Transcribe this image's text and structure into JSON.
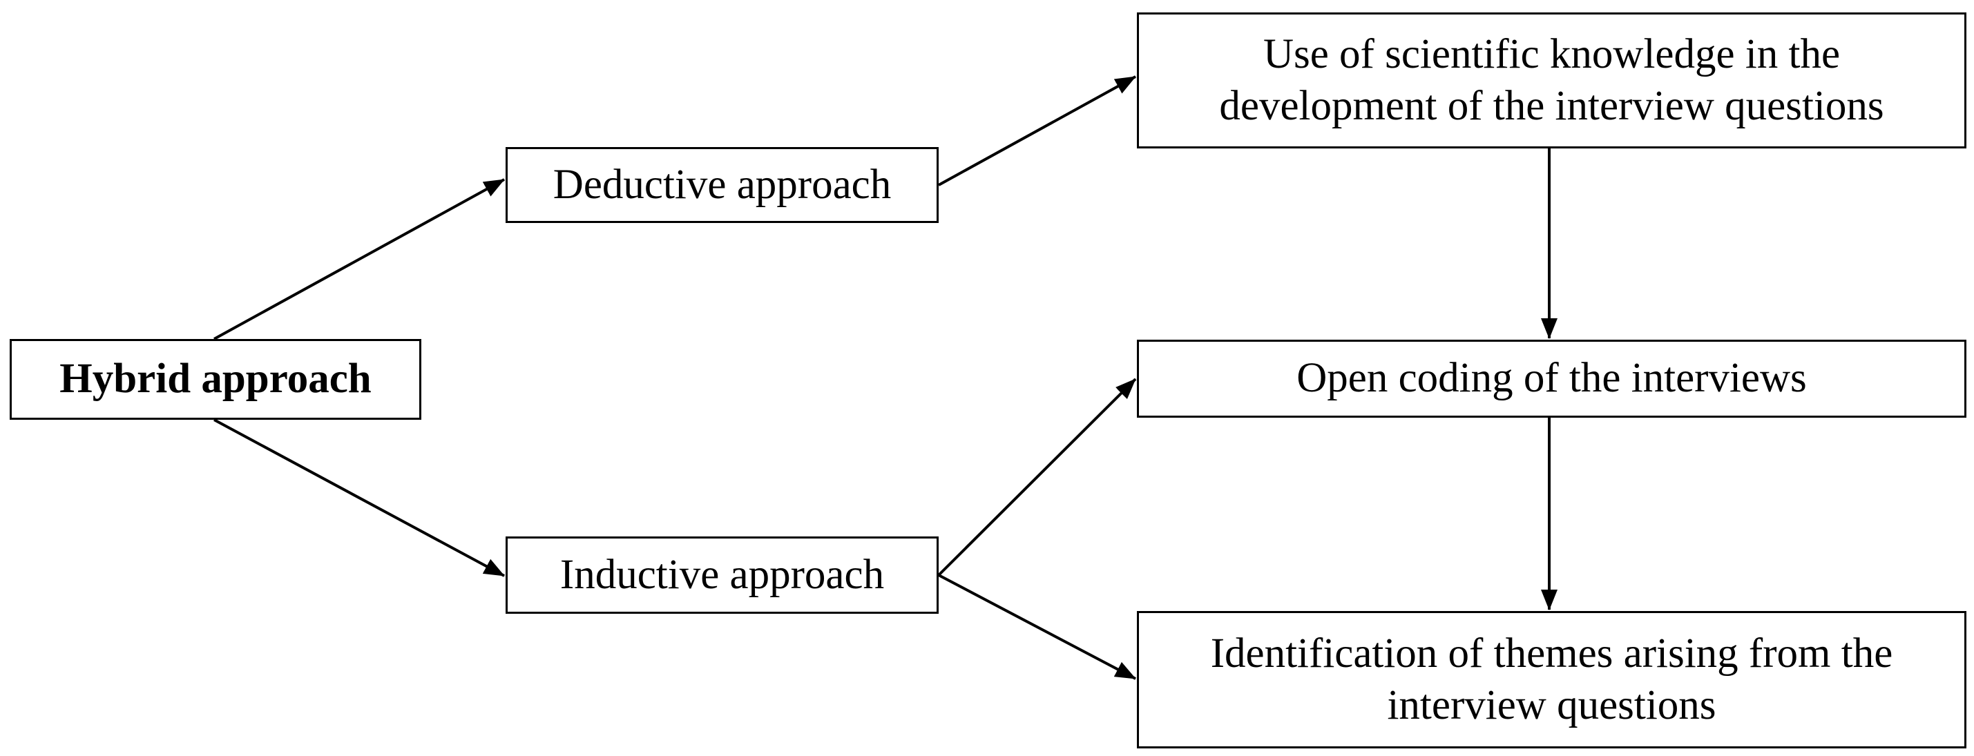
{
  "diagram": {
    "nodes": {
      "hybrid": {
        "label": "Hybrid approach"
      },
      "deductive": {
        "label": "Deductive approach"
      },
      "inductive": {
        "label": "Inductive approach"
      },
      "scientific": {
        "line1": "Use of scientific knowledge in the",
        "line2": "development of the interview questions"
      },
      "open_coding": {
        "label": "Open coding of the interviews"
      },
      "themes": {
        "line1": "Identification of themes arising from the",
        "line2": "interview questions"
      }
    },
    "edges": [
      {
        "from": "hybrid",
        "to": "deductive"
      },
      {
        "from": "hybrid",
        "to": "inductive"
      },
      {
        "from": "deductive",
        "to": "scientific"
      },
      {
        "from": "scientific",
        "to": "open_coding"
      },
      {
        "from": "inductive",
        "to": "open_coding"
      },
      {
        "from": "inductive",
        "to": "themes"
      },
      {
        "from": "open_coding",
        "to": "themes"
      }
    ]
  }
}
